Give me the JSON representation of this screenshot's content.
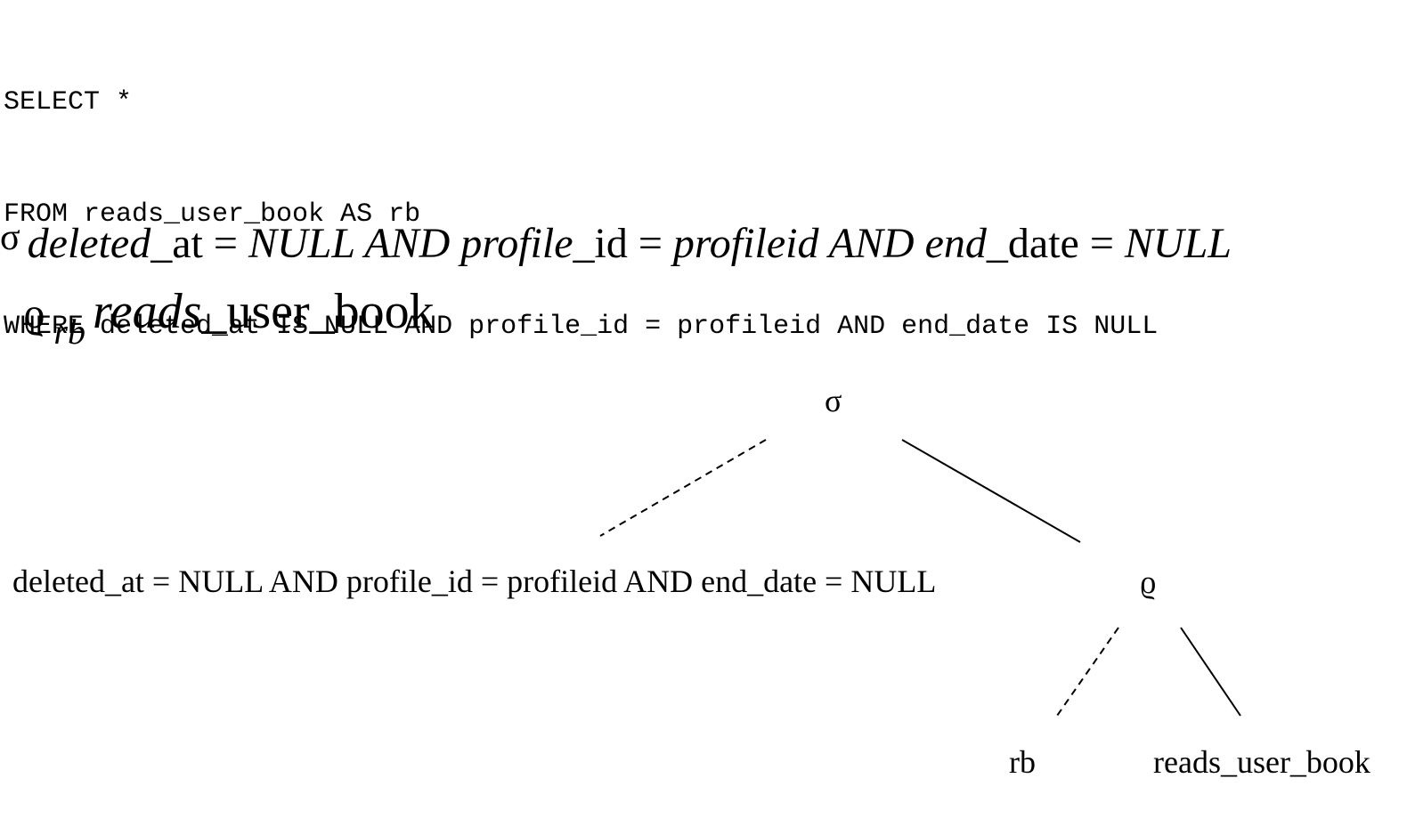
{
  "sql": {
    "line1": "SELECT *",
    "line2": "FROM reads_user_book AS rb",
    "line3": "WHERE deleted_at IS NULL AND profile_id = profileid AND end_date IS NULL"
  },
  "algebra": {
    "selection_op": "σ",
    "condition_parts": [
      "deleted",
      "_at = ",
      "NULL AND profile",
      "_id = ",
      "profileid AND end",
      "_date = ",
      "NULL"
    ],
    "rename_op": "ϱ",
    "rename_alias": "rb",
    "relation_parts": [
      "reads",
      "_user_book"
    ]
  },
  "tree": {
    "root": "σ",
    "condition": "deleted_at = NULL AND profile_id = profileid AND end_date = NULL",
    "rename": "ϱ",
    "alias": "rb",
    "relation": "reads_user_book"
  }
}
